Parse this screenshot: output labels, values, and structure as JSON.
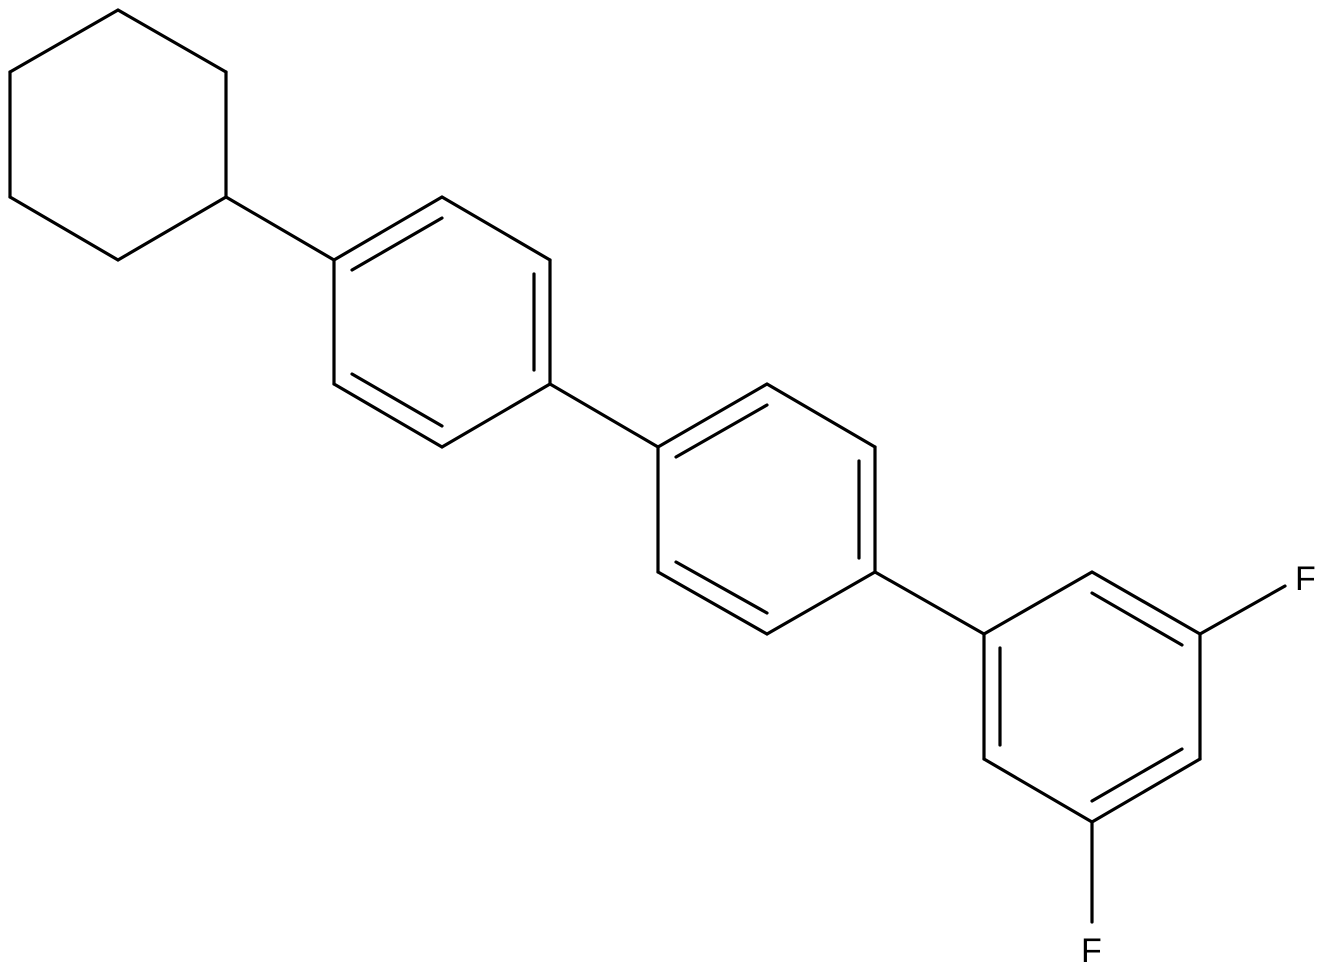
{
  "molecule": {
    "atoms": {
      "fluorine_top": "F",
      "fluorine_bottom": "F"
    },
    "rings": [
      {
        "name": "cyclohexane",
        "aromatic": false
      },
      {
        "name": "benzene-ring-1",
        "aromatic": true
      },
      {
        "name": "benzene-ring-2",
        "aromatic": true
      },
      {
        "name": "difluorobenzene-ring",
        "aromatic": true
      }
    ],
    "colors": {
      "bond": "#000000",
      "label": "#000000",
      "background": "#ffffff"
    }
  }
}
